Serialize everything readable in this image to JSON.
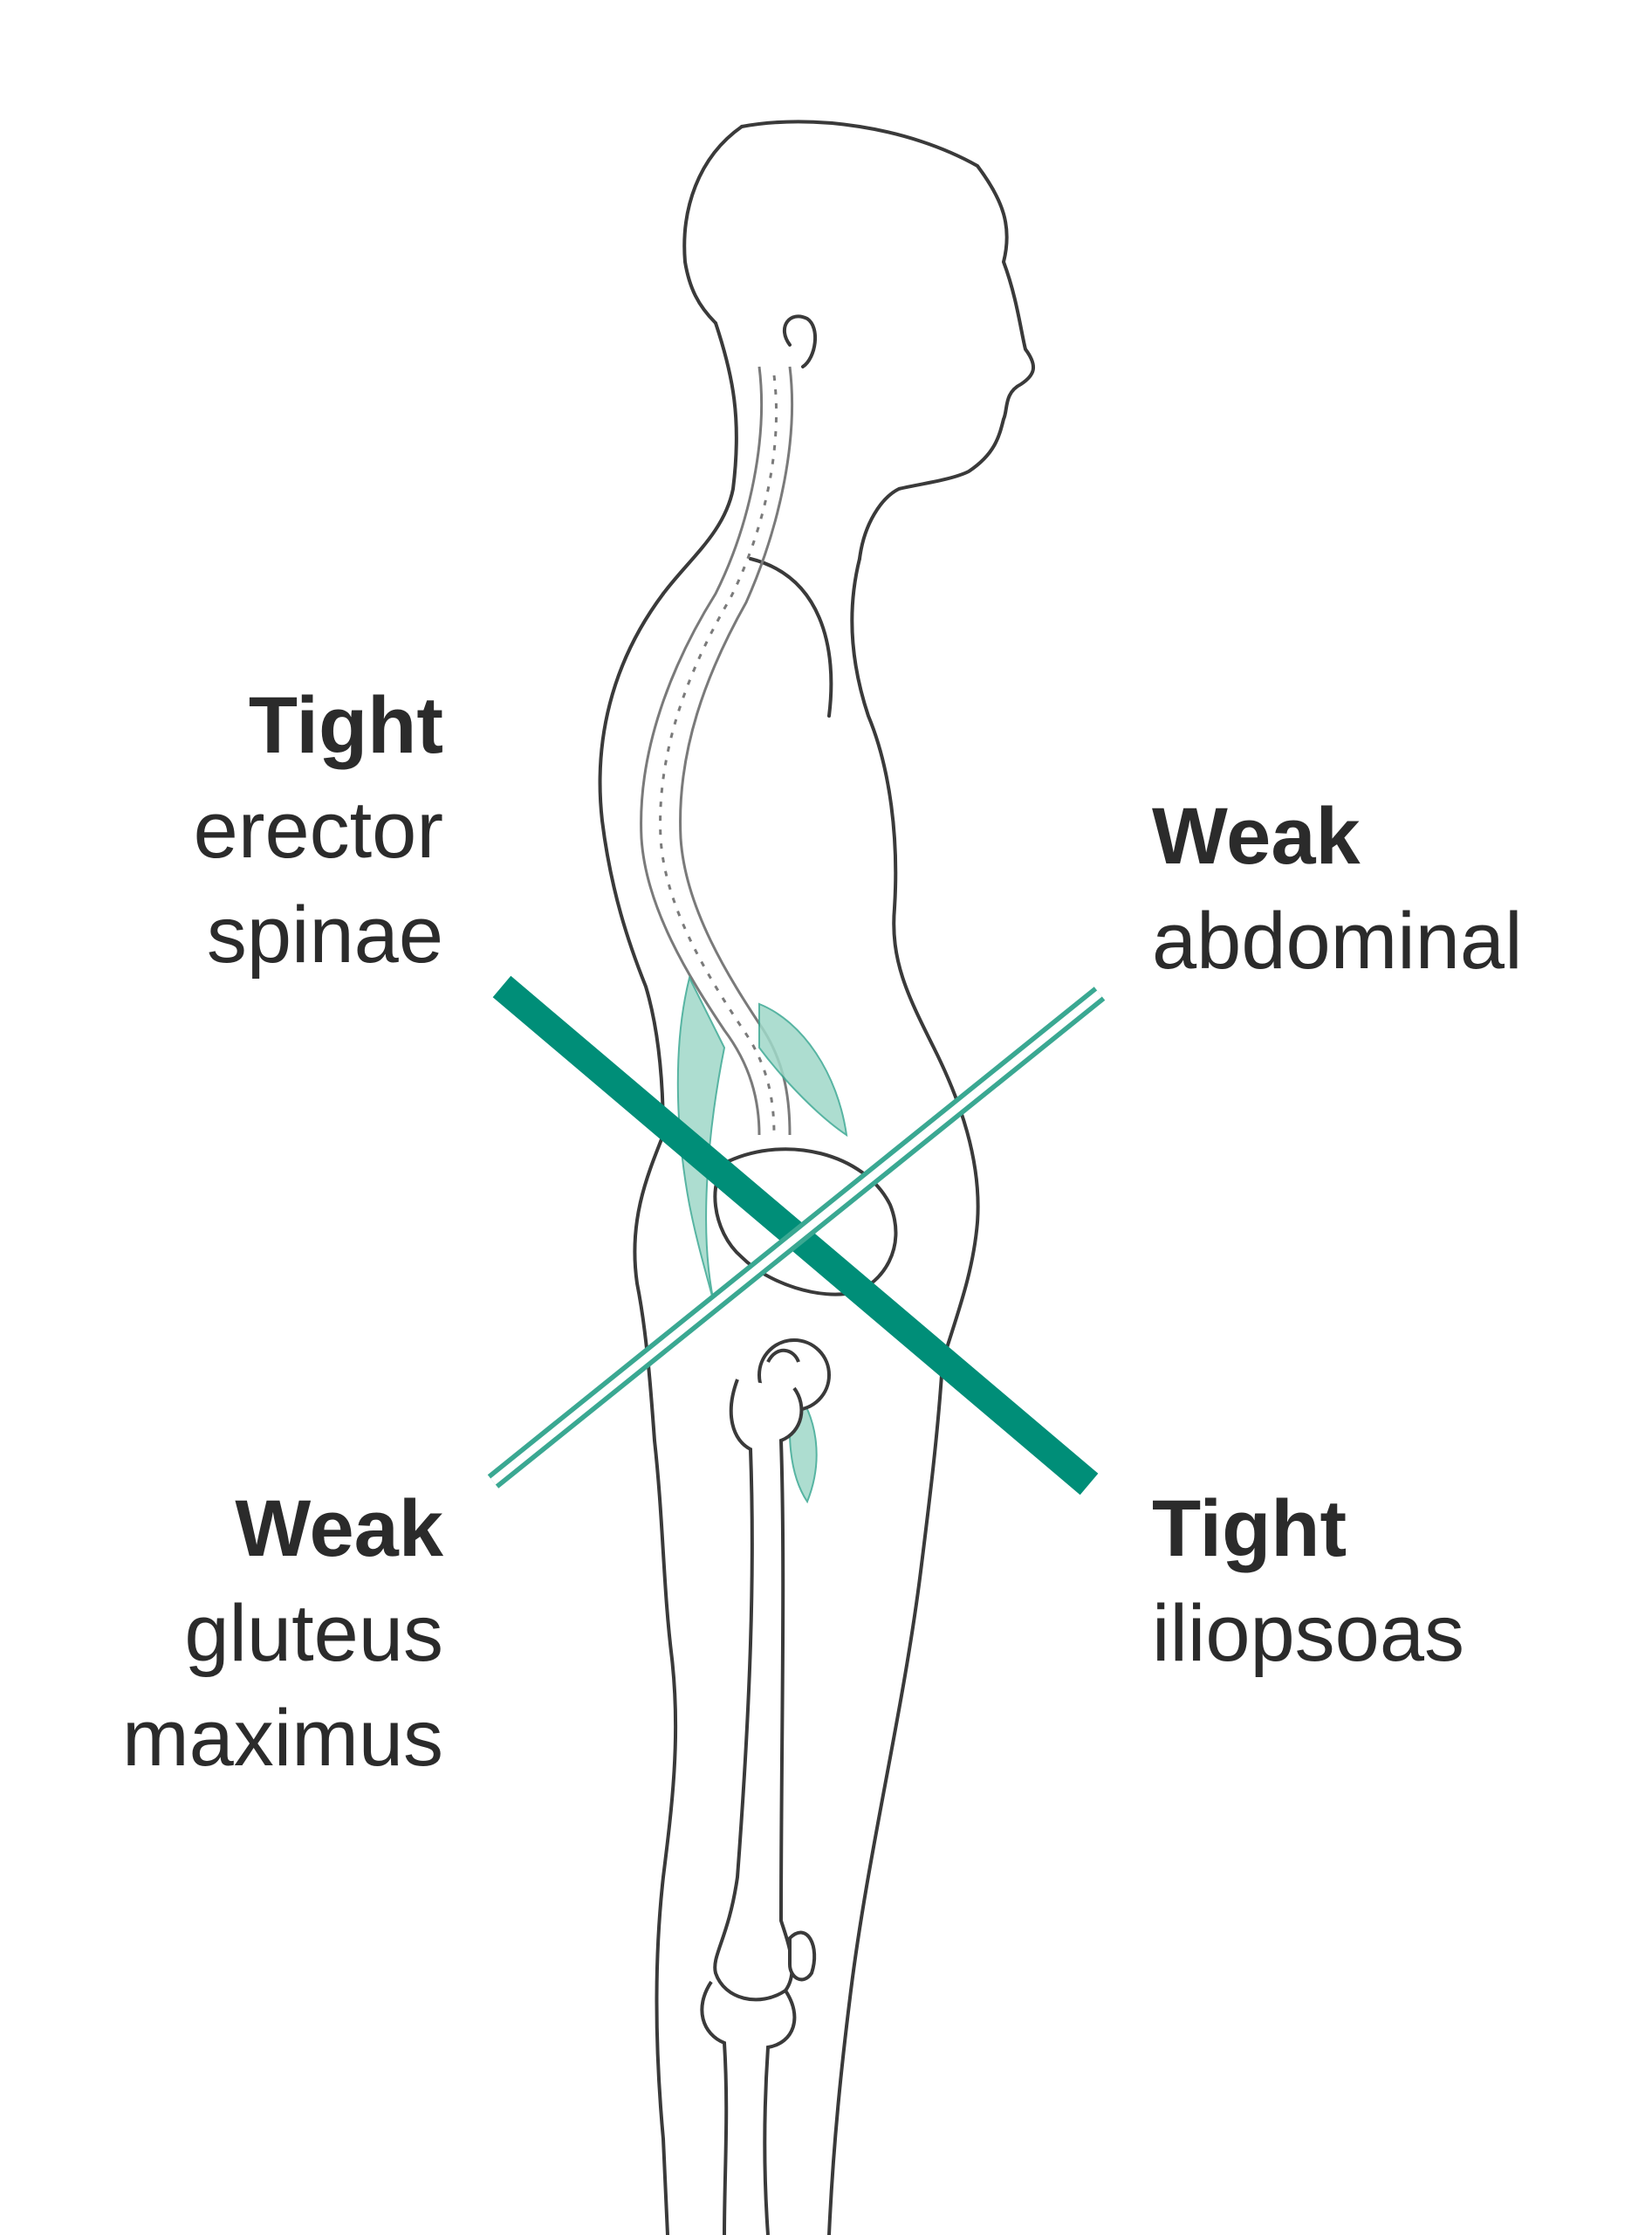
{
  "labels": {
    "top_left": {
      "status": "Tight",
      "muscle_line1": "erector",
      "muscle_line2": "spinae"
    },
    "top_right": {
      "status": "Weak",
      "muscle_line1": "abdominal"
    },
    "bottom_left": {
      "status": "Weak",
      "muscle_line1": "gluteus",
      "muscle_line2": "maximus"
    },
    "bottom_right": {
      "status": "Tight",
      "muscle_line1": "iliopsoas"
    }
  },
  "colors": {
    "tight_line": "#008e78",
    "weak_line": "#3aa892",
    "muscle_fill": "#9fd8c8",
    "outline": "#3a3a3a",
    "label_text": "#2b2b2b"
  }
}
